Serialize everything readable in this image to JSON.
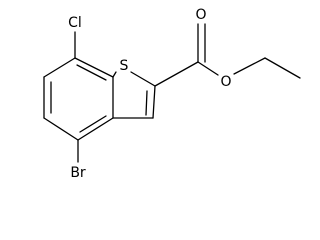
{
  "molecule": {
    "atoms": {
      "chlorine": "Cl",
      "sulfur": "S",
      "oxygen_carbonyl": "O",
      "oxygen_ester": "O",
      "bromine": "Br"
    },
    "line_color": "#000000",
    "background": "#ffffff"
  }
}
